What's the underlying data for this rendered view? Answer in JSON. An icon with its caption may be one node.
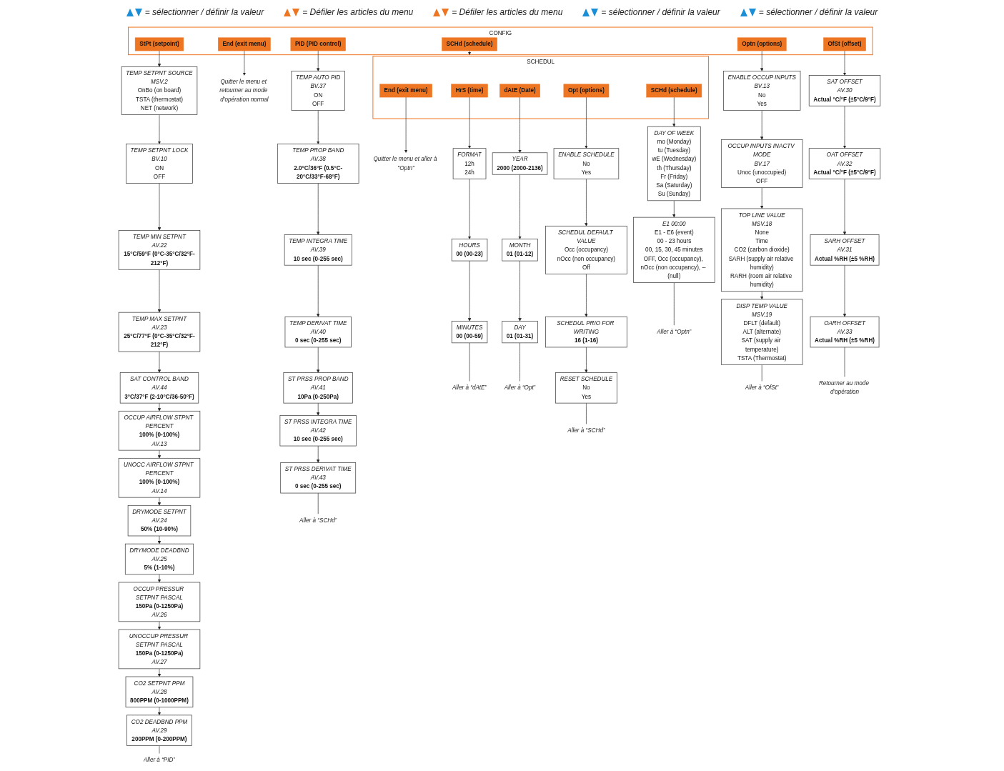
{
  "diagram": {
    "nodes": [
      {
        "text": [
          "CONFIG"
        ]
      },
      {
        "text": [
          "StPt (setpoint)"
        ],
        "in": 0
      },
      {
        "text": [
          "PID (PID control)"
        ],
        "in": 0
      },
      {
        "text": [
          "SCHd (schedule)"
        ],
        "in": 0
      },
      {
        "text": [
          "Optn (options)"
        ],
        "in": 0
      },
      {
        "text": [
          "OfSt (offset)"
        ],
        "in": 0
      },
      {
        "text": [
          "End (exit menu)"
        ],
        "in": 0
      },
      {
        "text": [
          "Quitter le menu et retourner au mode d’opération normal"
        ]
      },
      {
        "text": [
          "TEMP SETPNT SOURCE",
          "MSV.2",
          "OnBo (on board)",
          "TSTA (thermostat)",
          "NET (network)"
        ]
      },
      {
        "text": [
          "TEMP SETPNT LOCK",
          "BV.10",
          "ON",
          "OFF"
        ]
      },
      {
        "text": [
          "TEMP MIN SETPNT",
          "AV.22",
          "15°C/59°F (0°C-35°C/32°F-212°F)"
        ]
      },
      {
        "text": [
          "TEMP MAX SETPNT",
          "AV.23",
          "25°C/77°F (0°C-35°C/32°F-212°F)"
        ]
      },
      {
        "text": [
          "SAT CONTROL BAND",
          "AV.44",
          "3°C/37°F (2-10°C/36-50°F)"
        ]
      },
      {
        "text": [
          "OCCUP AIRFLOW STPNT PERCENT",
          "100% (0-100%)",
          "AV.13"
        ]
      },
      {
        "text": [
          "UNOCC AIRFLOW STPNT PERCENT",
          "100% (0-100%)",
          "AV.14"
        ]
      },
      {
        "text": [
          "DRYMODE SETPNT",
          "AV.24",
          "50% (10-90%)"
        ]
      },
      {
        "text": [
          "DRYMODE DEADBND",
          "AV.25",
          "5% (1-10%)"
        ]
      },
      {
        "text": [
          "OCCUP PRESSUR SETPNT PASCAL",
          "150Pa (0-1250Pa)",
          "AV.26"
        ]
      },
      {
        "text": [
          "UNOCCUP PRESSUR SETPNT PASCAL",
          "150Pa (0-1250Pa)",
          "AV.27"
        ]
      },
      {
        "text": [
          "CO2 SETPNT PPM",
          "AV.28",
          "800PPM (0-1000PPM)"
        ]
      },
      {
        "text": [
          "CO2 DEADBND PPM",
          "AV.29",
          "200PPM (0-200PPM)"
        ]
      },
      {
        "text": [
          "Aller à “PID”"
        ]
      },
      {
        "text": [
          "TEMP AUTO PID",
          "BV.37",
          "ON",
          "OFF"
        ]
      },
      {
        "text": [
          "TEMP PROP BAND",
          "AV.38",
          "2.0°C/36°F (0.5°C-20°C/33°F-68°F)"
        ]
      },
      {
        "text": [
          "TEMP INTEGRA TIME",
          "AV.39",
          "10 sec (0-255 sec)"
        ]
      },
      {
        "text": [
          "TEMP DERIVAT TIME",
          "AV.40",
          "0 sec (0-255 sec)"
        ]
      },
      {
        "text": [
          "ST PRSS PROP BAND",
          "AV.41",
          "10Pa (0-250Pa)"
        ]
      },
      {
        "text": [
          "ST PRSS INTEGRA TIME",
          "AV.42",
          "10 sec (0-255 sec)"
        ]
      },
      {
        "text": [
          "ST PRSS DERIVAT TIME",
          "AV.43",
          "0 sec (0-255 sec)"
        ]
      },
      {
        "text": [
          "Aller à “SCHd”"
        ]
      },
      {
        "text": [
          "SCHEDUL"
        ]
      },
      {
        "text": [
          "HrS (time)"
        ],
        "in": 30
      },
      {
        "text": [
          "dAtE (Date)"
        ],
        "in": 30
      },
      {
        "text": [
          "Opt (options)"
        ],
        "in": 30
      },
      {
        "text": [
          "SCHd (schedule)"
        ],
        "in": 30
      },
      {
        "text": [
          "End (exit menu)"
        ],
        "in": 30
      },
      {
        "text": [
          "Quitter le menu et aller à “Optn”"
        ]
      },
      {
        "text": [
          "FORMAT",
          "12h",
          "24h"
        ]
      },
      {
        "text": [
          "HOURS",
          "00 (00-23)"
        ]
      },
      {
        "text": [
          "MINUTES",
          "00 (00-59)"
        ]
      },
      {
        "text": [
          "Aller à “dAtE”"
        ]
      },
      {
        "text": [
          "YEAR",
          "2000 (2000-2136)"
        ]
      },
      {
        "text": [
          "MONTH",
          "01 (01-12)"
        ]
      },
      {
        "text": [
          "DAY",
          "01 (01-31)"
        ]
      },
      {
        "text": [
          "Aller à “Opt”"
        ]
      },
      {
        "text": [
          "ENABLE SCHEDULE",
          "No",
          "Yes"
        ]
      },
      {
        "text": [
          "SCHEDUL DEFAULT VALUE",
          "Occ (occupancy)",
          "nOcc (non occupancy)",
          "Off"
        ]
      },
      {
        "text": [
          "SCHEDUL PRIO FOR WRITING",
          "16 (1-16)"
        ]
      },
      {
        "text": [
          "RESET SCHEDULE",
          "No",
          "Yes"
        ]
      },
      {
        "text": [
          "Aller à “SCHd”"
        ]
      },
      {
        "text": [
          "DAY OF WEEK",
          "mo (Monday)",
          "tu (Tuesday)",
          "wE (Wednesday)",
          "th (Thursday)",
          "Fr (Friday)",
          "Sa (Saturday)",
          "Su (Sunday)"
        ]
      },
      {
        "text": [
          "E1 00:00",
          "E1 - E6 (event)",
          "00 - 23 hours",
          "00, 15, 30, 45 minutes",
          "OFF, Occ (occupancy), nOcc (non occupancy), -- (null)"
        ]
      },
      {
        "text": [
          "Aller à “Optn”"
        ]
      },
      {
        "text": [
          "ENABLE OCCUP INPUTS",
          "BV.13",
          "No",
          "Yes"
        ]
      },
      {
        "text": [
          "OCCUP INPUTS INACTV MODE",
          "BV.17",
          "Unoc (unoccupied)",
          "OFF"
        ]
      },
      {
        "text": [
          "TOP LINE VALUE",
          "MSV.18",
          "None",
          "Time",
          "CO2 (carbon dioxide)",
          "SARH (supply air relative humidity)",
          "RARH (room air relative humidity)"
        ]
      },
      {
        "text": [
          "DISP TEMP VALUE",
          "MSV.19",
          "DFLT (default)",
          "ALT (alternate)",
          "SAT (supply air temperature)",
          "TSTA (Thermostat)"
        ]
      },
      {
        "text": [
          "Aller à “OfSt”"
        ]
      },
      {
        "text": [
          "SAT OFFSET",
          "AV.30",
          "Actual °C/°F (±5°C/9°F)"
        ]
      },
      {
        "text": [
          "OAT OFFSET",
          "AV.32",
          "Actual °C/°F (±5°C/9°F)"
        ]
      },
      {
        "text": [
          "SARH OFFSET",
          "AV.31",
          "Actual %RH (±5 %RH)"
        ]
      },
      {
        "text": [
          "OARH OFFSET",
          "AV.33",
          "Actual %RH (±5 %RH)"
        ]
      },
      {
        "text": [
          "Retourner au mode d’opération"
        ]
      }
    ],
    "edges": [
      {
        "from": 1,
        "to": 8,
        "arrow": "to"
      },
      {
        "from": 8,
        "to": 9,
        "arrow": "to"
      },
      {
        "from": 9,
        "to": 10,
        "arrow": "to"
      },
      {
        "from": 10,
        "to": 11,
        "arrow": "to"
      },
      {
        "from": 11,
        "to": 12,
        "arrow": "to"
      },
      {
        "from": 12,
        "to": 13,
        "arrow": "to"
      },
      {
        "from": 13,
        "to": 14,
        "arrow": "to"
      },
      {
        "from": 14,
        "to": 15,
        "arrow": "to"
      },
      {
        "from": 15,
        "to": 16,
        "arrow": "to"
      },
      {
        "from": 16,
        "to": 17,
        "arrow": "to"
      },
      {
        "from": 17,
        "to": 18,
        "arrow": "to"
      },
      {
        "from": 18,
        "to": 19,
        "arrow": "to"
      },
      {
        "from": 19,
        "to": 20,
        "arrow": "to"
      },
      {
        "from": 20,
        "to": 21,
        "arrow": "none"
      },
      {
        "from": 2,
        "to": 22,
        "arrow": "to"
      },
      {
        "from": 22,
        "to": 23,
        "arrow": "to"
      },
      {
        "from": 23,
        "to": 24,
        "arrow": "to"
      },
      {
        "from": 24,
        "to": 25,
        "arrow": "to"
      },
      {
        "from": 25,
        "to": 26,
        "arrow": "to"
      },
      {
        "from": 26,
        "to": 27,
        "arrow": "to"
      },
      {
        "from": 27,
        "to": 28,
        "arrow": "to"
      },
      {
        "from": 28,
        "to": 29,
        "arrow": "none"
      },
      {
        "from": 3,
        "to": 30,
        "arrow": "to"
      },
      {
        "from": 4,
        "to": 53,
        "arrow": "to"
      },
      {
        "from": 5,
        "to": 58,
        "arrow": "to"
      },
      {
        "from": 6,
        "to": 7,
        "arrow": "to"
      },
      {
        "from": 31,
        "to": 37,
        "arrow": "to"
      },
      {
        "from": 37,
        "to": 38,
        "arrow": "to"
      },
      {
        "from": 38,
        "to": 39,
        "arrow": "to"
      },
      {
        "from": 39,
        "to": 40,
        "arrow": "none"
      },
      {
        "from": 32,
        "to": 41,
        "arrow": "to"
      },
      {
        "from": 41,
        "to": 42,
        "arrow": "to"
      },
      {
        "from": 42,
        "to": 43,
        "arrow": "to"
      },
      {
        "from": 43,
        "to": 44,
        "arrow": "none"
      },
      {
        "from": 33,
        "to": 45,
        "arrow": "to"
      },
      {
        "from": 45,
        "to": 46,
        "arrow": "to"
      },
      {
        "from": 46,
        "to": 47,
        "arrow": "to"
      },
      {
        "from": 47,
        "to": 48,
        "arrow": "to"
      },
      {
        "from": 48,
        "to": 49,
        "arrow": "none"
      },
      {
        "from": 34,
        "to": 50,
        "arrow": "to"
      },
      {
        "from": 50,
        "to": 51,
        "arrow": "to"
      },
      {
        "from": 51,
        "to": 52,
        "arrow": "none"
      },
      {
        "from": 35,
        "to": 36,
        "arrow": "to"
      },
      {
        "from": 53,
        "to": 54,
        "arrow": "to"
      },
      {
        "from": 54,
        "to": 55,
        "arrow": "to"
      },
      {
        "from": 55,
        "to": 56,
        "arrow": "to"
      },
      {
        "from": 56,
        "to": 57,
        "arrow": "none"
      },
      {
        "from": 58,
        "to": 59,
        "arrow": "to"
      },
      {
        "from": 59,
        "to": 60,
        "arrow": "to"
      },
      {
        "from": 60,
        "to": 61,
        "arrow": "to"
      },
      {
        "from": 61,
        "to": 62,
        "arrow": "none"
      }
    ],
    "labels": [
      "= sélectionner / définir la valeur",
      "= Défiler les articles du menu",
      "= Défiler les articles du menu",
      "= sélectionner / définir la valeur",
      "= sélectionner / définir la valeur"
    ]
  }
}
